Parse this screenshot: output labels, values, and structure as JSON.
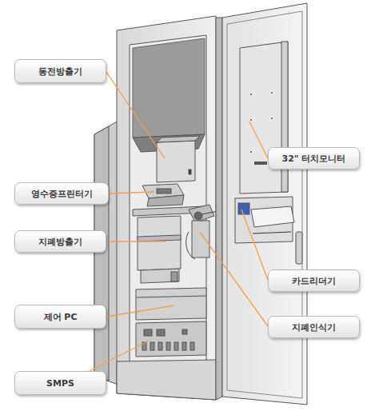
{
  "diagram": {
    "nodes": [
      {
        "text": [
          "동전방출기"
        ]
      },
      {
        "text": [
          "32\" 터치모니터"
        ]
      },
      {
        "text": [
          "영수증프린터기"
        ]
      },
      {
        "text": [
          "지폐방출기"
        ]
      },
      {
        "text": [
          "카드리더기"
        ]
      },
      {
        "text": [
          "제어 PC"
        ]
      },
      {
        "text": [
          "지폐인식기"
        ]
      },
      {
        "text": [
          "SMPS"
        ]
      }
    ]
  }
}
